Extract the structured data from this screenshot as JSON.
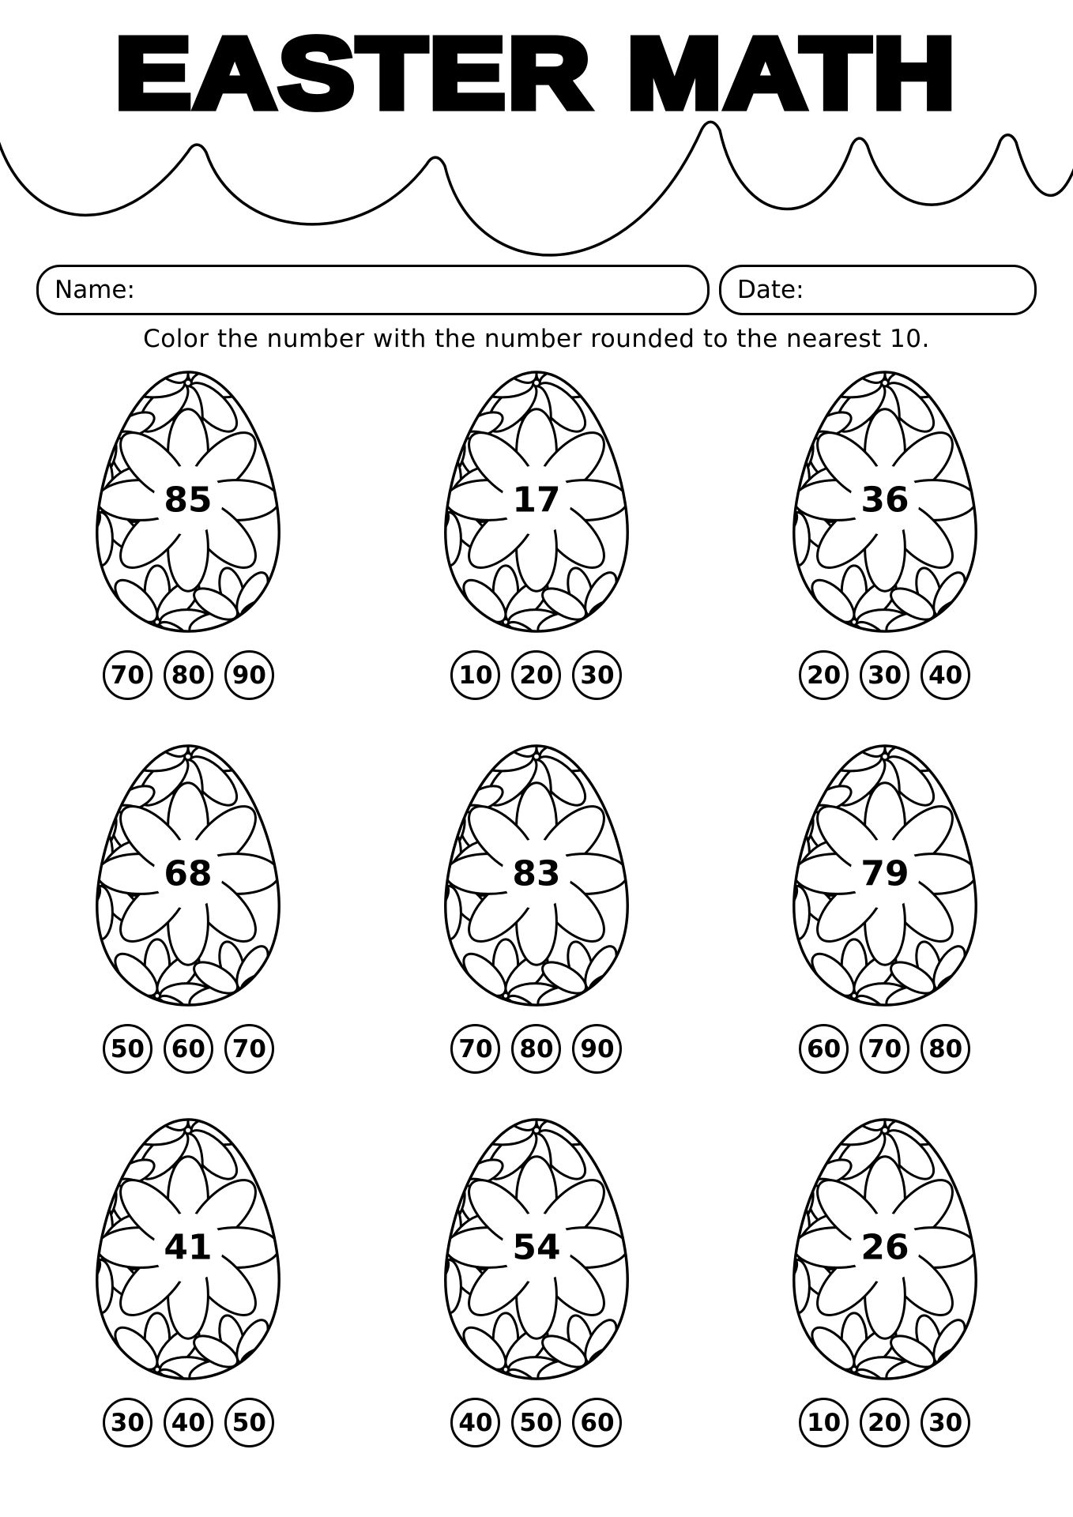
{
  "title": "EASTER MATH",
  "fields": {
    "name_label": "Name:",
    "date_label": "Date:"
  },
  "instruction": "Color the number with the number rounded to the nearest 10.",
  "colors": {
    "ink": "#000000",
    "paper": "#ffffff"
  },
  "task_type": "rounding to nearest ten",
  "problems": [
    {
      "number": "85",
      "options": [
        "70",
        "80",
        "90"
      ]
    },
    {
      "number": "17",
      "options": [
        "10",
        "20",
        "30"
      ]
    },
    {
      "number": "36",
      "options": [
        "20",
        "30",
        "40"
      ]
    },
    {
      "number": "68",
      "options": [
        "50",
        "60",
        "70"
      ]
    },
    {
      "number": "83",
      "options": [
        "70",
        "80",
        "90"
      ]
    },
    {
      "number": "79",
      "options": [
        "60",
        "70",
        "80"
      ]
    },
    {
      "number": "41",
      "options": [
        "30",
        "40",
        "50"
      ]
    },
    {
      "number": "54",
      "options": [
        "40",
        "50",
        "60"
      ]
    },
    {
      "number": "26",
      "options": [
        "10",
        "20",
        "30"
      ]
    }
  ]
}
